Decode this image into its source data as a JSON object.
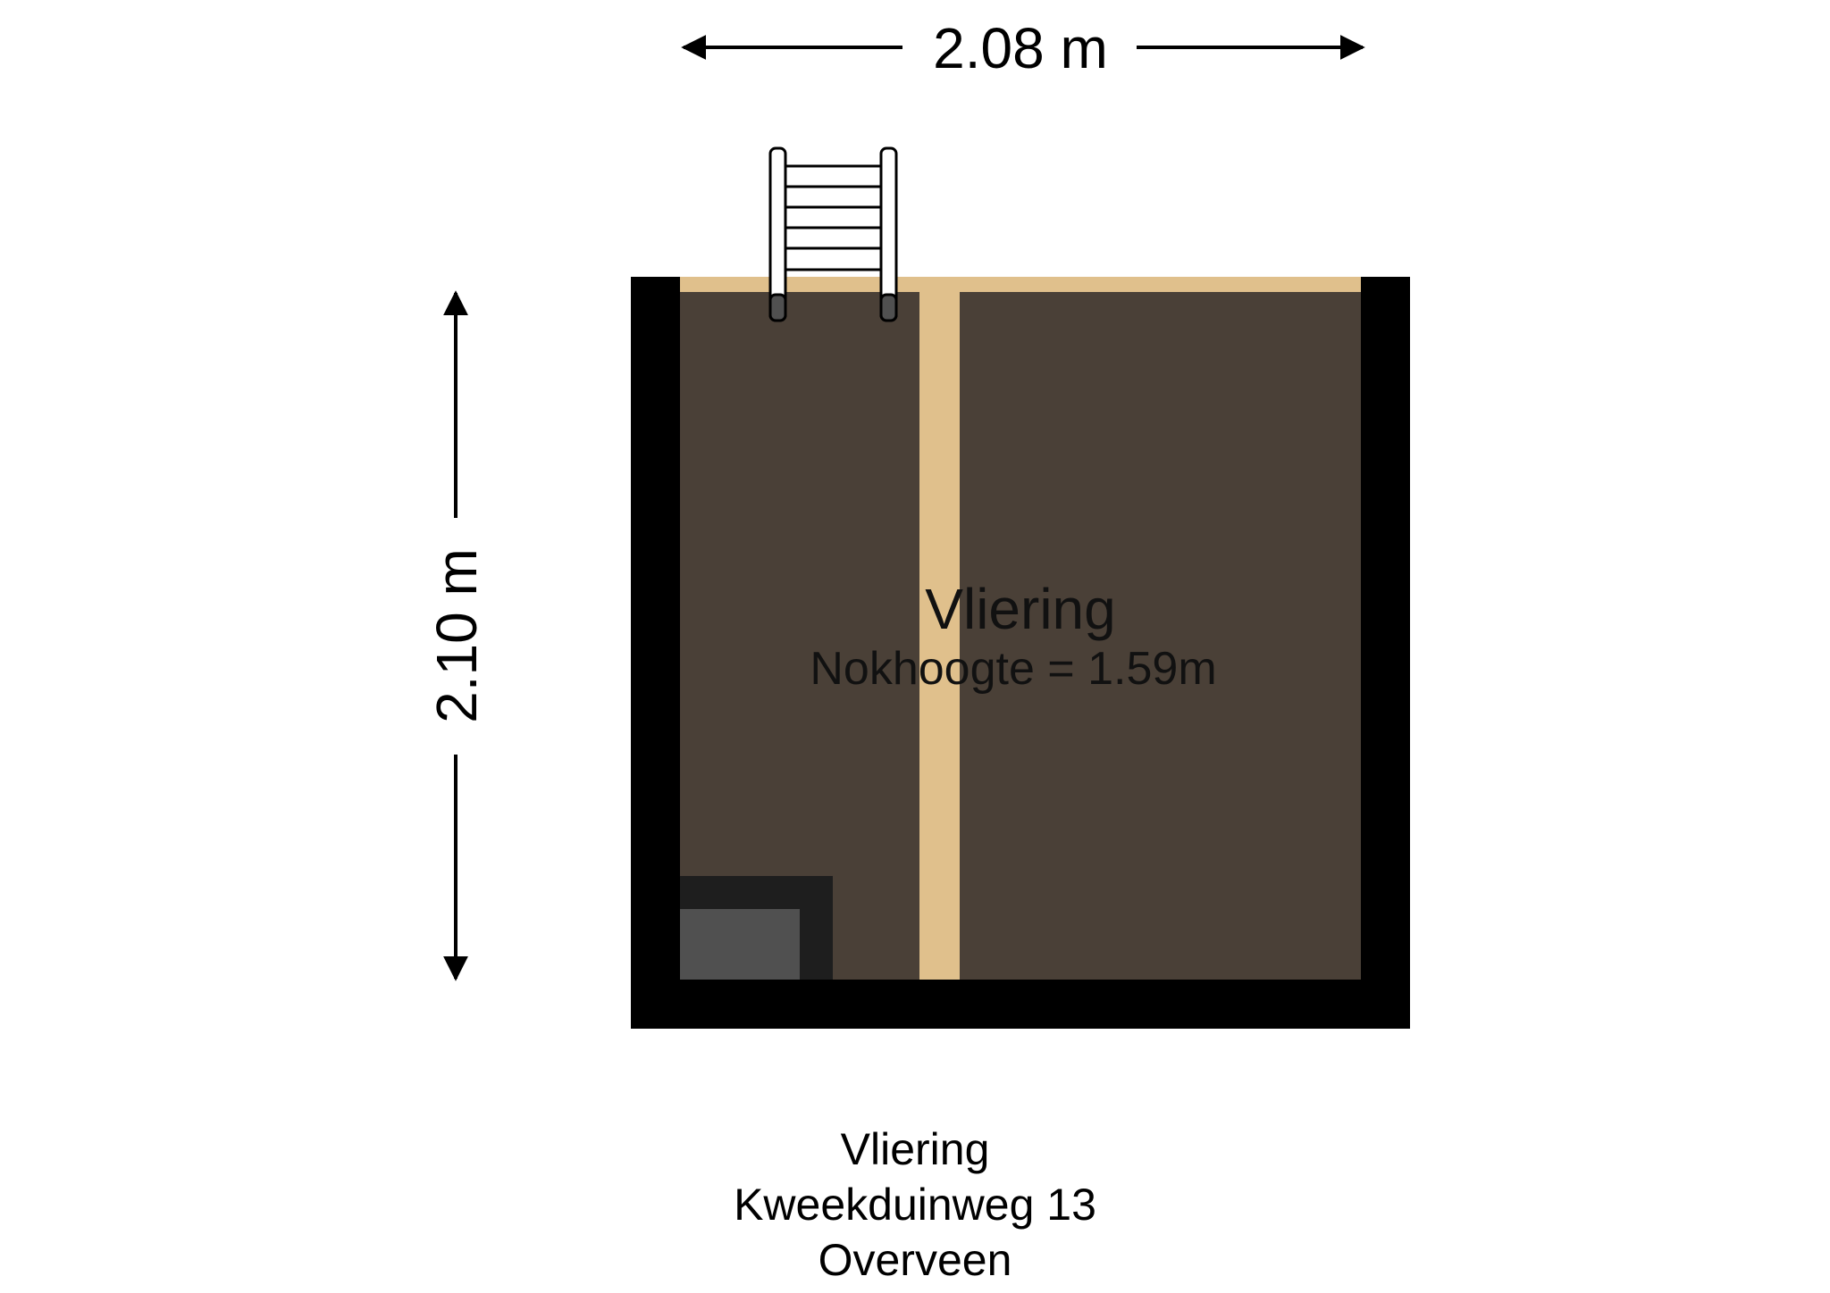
{
  "dimensions": {
    "width_label": "2.08 m",
    "height_label": "2.10 m"
  },
  "room": {
    "name": "Vliering",
    "ridge_height": "Nokhoogte = 1.59m"
  },
  "caption": {
    "floor": "Vliering",
    "street": "Kweekduinweg 13",
    "city": "Overveen"
  },
  "colors": {
    "wall": "#000000",
    "floor": "#4a4037",
    "beam": "#e0c08c",
    "block_outer": "#1e1e1e",
    "block_inner": "#505050",
    "ladder": "#ffffff"
  }
}
